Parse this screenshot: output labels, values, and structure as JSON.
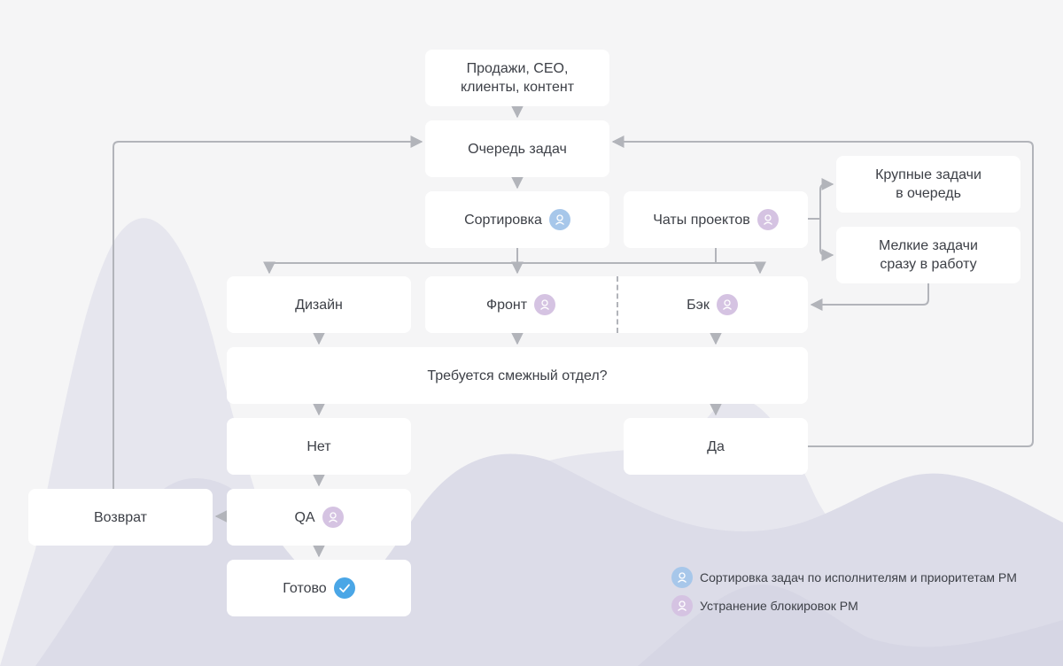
{
  "colors": {
    "background": "#f5f5f6",
    "node": "#ffffff",
    "connector": "#b2b4ba",
    "sorting_badge": "#a7c7ea",
    "unblock_badge": "#d5c3e2",
    "done_badge": "#4aa6e6"
  },
  "nodes": {
    "sources": "Продажи, CEO,\nклиенты, контент",
    "queue": "Очередь задач",
    "sorting": "Сортировка",
    "project_chats": "Чаты проектов",
    "large_tasks": "Крупные задачи\nв очередь",
    "small_tasks": "Мелкие задачи\nсразу в работу",
    "design": "Дизайн",
    "front": "Фронт",
    "back": "Бэк",
    "question": "Требуется смежный отдел?",
    "no": "Нет",
    "yes": "Да",
    "qa": "QA",
    "return": "Возврат",
    "done": "Готово"
  },
  "icons": {
    "role_badge": "person-icon",
    "done_badge": "check-icon"
  },
  "legend": [
    {
      "icon": "person-icon",
      "color": "sorting",
      "label": "Сортировка задач по исполнителям и приоритетам PM"
    },
    {
      "icon": "person-icon",
      "color": "unblock",
      "label": "Устранение блокировок PM"
    }
  ]
}
